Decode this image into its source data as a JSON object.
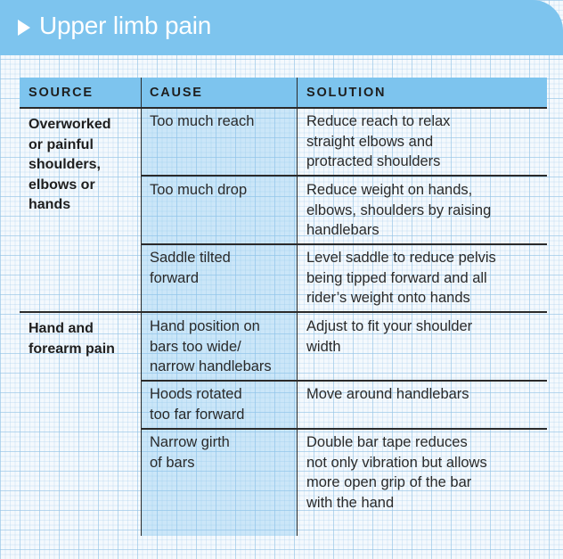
{
  "title": "Upper limb pain",
  "columns": [
    "SOURCE",
    "CAUSE",
    "SOLUTION"
  ],
  "groups": [
    {
      "source": "Overworked\nor painful\nshoulders,\nelbows or\nhands",
      "rows": [
        {
          "cause": "Too much reach",
          "solution": "Reduce reach to relax\nstraight elbows and\nprotracted shoulders"
        },
        {
          "cause": "Too much drop",
          "solution": "Reduce weight on hands,\nelbows, shoulders by raising\nhandlebars"
        },
        {
          "cause": "Saddle tilted\nforward",
          "solution": "Level saddle to reduce pelvis\nbeing tipped forward and all\nrider’s weight onto hands"
        }
      ]
    },
    {
      "source": "Hand and\nforearm pain",
      "rows": [
        {
          "cause": "Hand position on\nbars too wide/\nnarrow handlebars",
          "solution": "Adjust to fit your shoulder\nwidth"
        },
        {
          "cause": "Hoods rotated\ntoo far forward",
          "solution": "Move around handlebars"
        },
        {
          "cause": "Narrow girth\nof bars",
          "solution": "Double bar tape reduces\nnot only vibration but allows\nmore open grip of the bar\nwith the hand"
        }
      ]
    }
  ]
}
